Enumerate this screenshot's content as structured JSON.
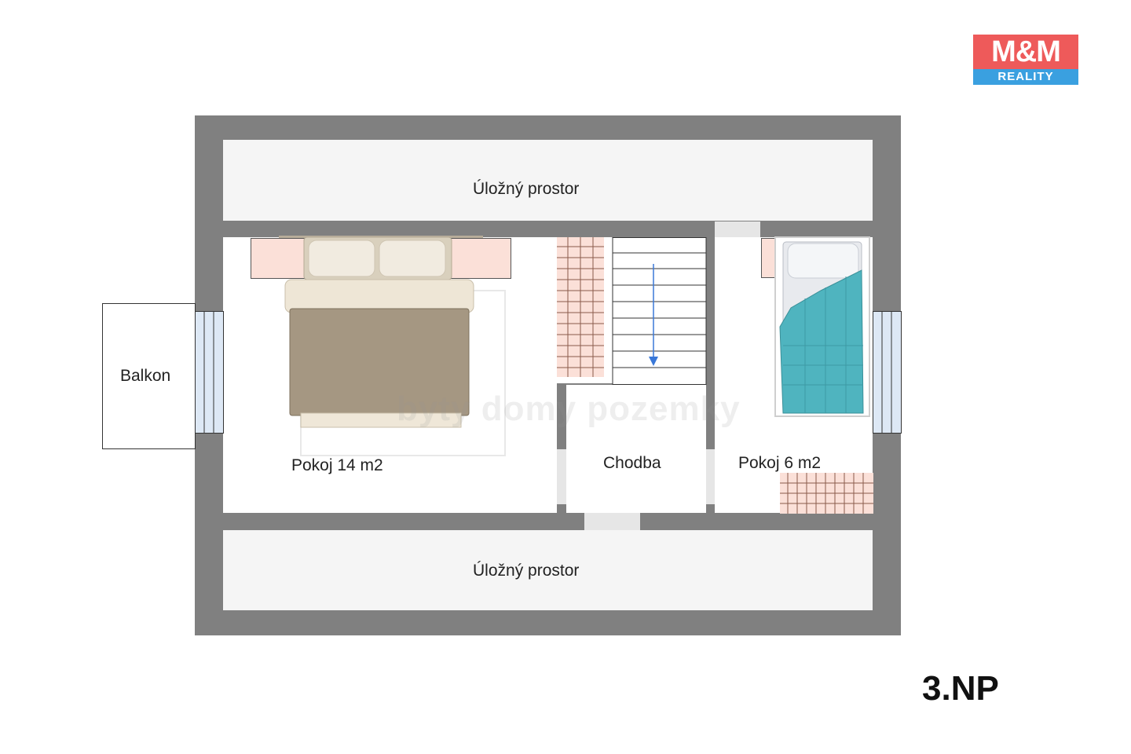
{
  "logo": {
    "brand": "M&M",
    "sub": "REALITY",
    "colors": {
      "top": "#ee5a5a",
      "bottom": "#3aa0e0"
    }
  },
  "floor_label": "3.NP",
  "watermark": "byty domy pozemky",
  "rooms": {
    "storage_top": "Úložný prostor",
    "storage_bottom": "Úložný prostor",
    "balcony": "Balkon",
    "room_large": "Pokoj 14 m2",
    "hallway": "Chodba",
    "room_small": "Pokoj 6 m2"
  },
  "colors": {
    "wall": "#808080",
    "floor": "#ffffff",
    "storage": "#f5f5f5",
    "radiator": "#fbe0d8",
    "window": "#dde8f5",
    "stair_arrow": "#3a78d8"
  },
  "icons": [
    "double-bed-icon",
    "single-bed-icon",
    "staircase-icon",
    "window-icon",
    "radiator-icon",
    "shelf-icon",
    "logo-icon"
  ]
}
